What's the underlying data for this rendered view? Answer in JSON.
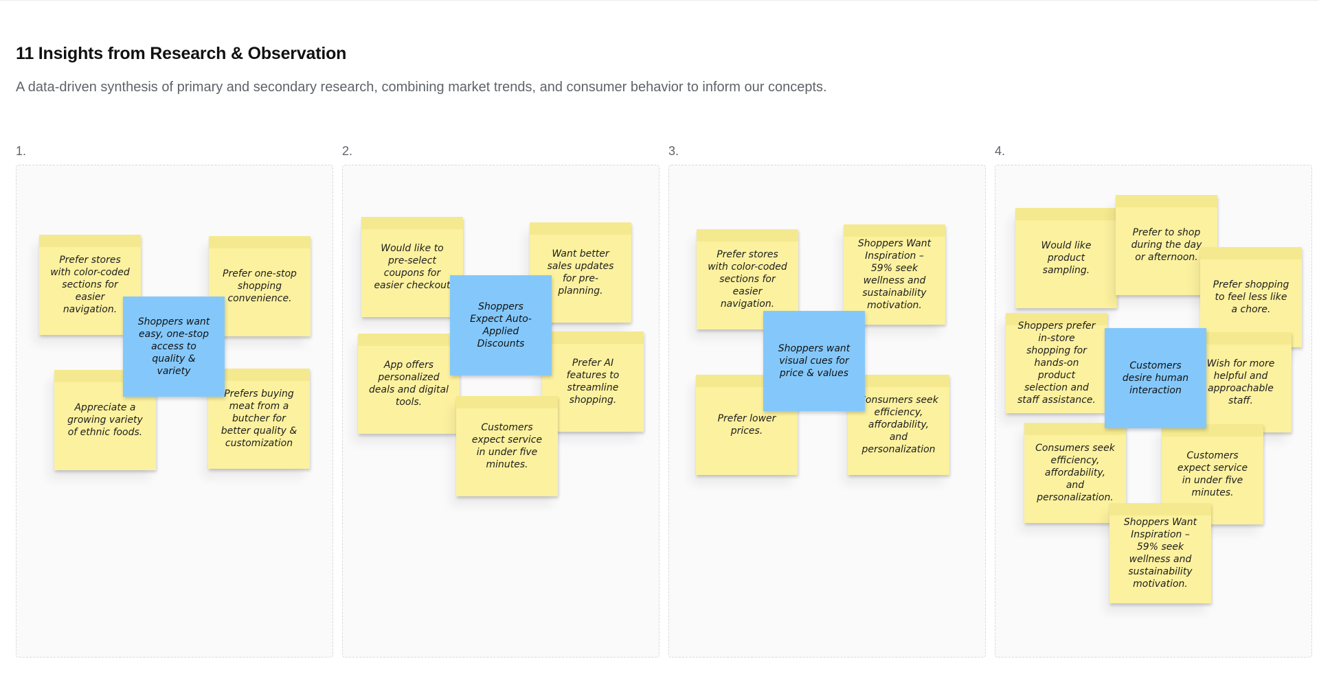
{
  "page": {
    "title": "11 Insights from Research & Observation",
    "subtitle": "A data-driven synthesis of primary and secondary research, combining market trends, and consumer behavior to inform our concepts."
  },
  "colors": {
    "yellow_note": "#fcf19f",
    "blue_note": "#84c8fb",
    "board_background": "#fafafb"
  },
  "boards": [
    {
      "label": "1.",
      "notes": [
        "Prefer stores with color-coded sections for easier navigation.",
        "Prefer one-stop shopping convenience.",
        "Appreciate a growing variety of ethnic foods.",
        "Prefers buying meat from a butcher for better quality & customization",
        "Shoppers want easy, one-stop access to quality & variety"
      ]
    },
    {
      "label": "2.",
      "notes": [
        "Would like to pre-select coupons for easier checkout",
        "Want better sales updates for pre-planning.",
        "App offers personalized deals and digital tools.",
        "Prefer AI features to streamline shopping.",
        "Customers expect service in under five minutes.",
        "Shoppers Expect Auto-Applied Discounts"
      ]
    },
    {
      "label": "3.",
      "notes": [
        "Prefer stores with color-coded sections for easier navigation.",
        "Shoppers Want Inspiration – 59% seek wellness and sustainability motivation.",
        "Prefer lower prices.",
        "Consumers seek efficiency, affordability, and personalization",
        "Shoppers want visual cues for price & values"
      ]
    },
    {
      "label": "4.",
      "notes": [
        "Would like product sampling.",
        "Prefer to shop during the day or afternoon.",
        "Prefer shopping to feel less like a chore.",
        "Shoppers prefer in-store shopping for hands-on product selection and staff assistance.",
        "Wish for more helpful and approachable staff.",
        "Consumers seek efficiency, affordability, and personalization.",
        "Customers expect service in under five minutes.",
        "Shoppers Want Inspiration – 59% seek wellness and sustainability motivation.",
        "Customers desire human interaction"
      ]
    }
  ]
}
